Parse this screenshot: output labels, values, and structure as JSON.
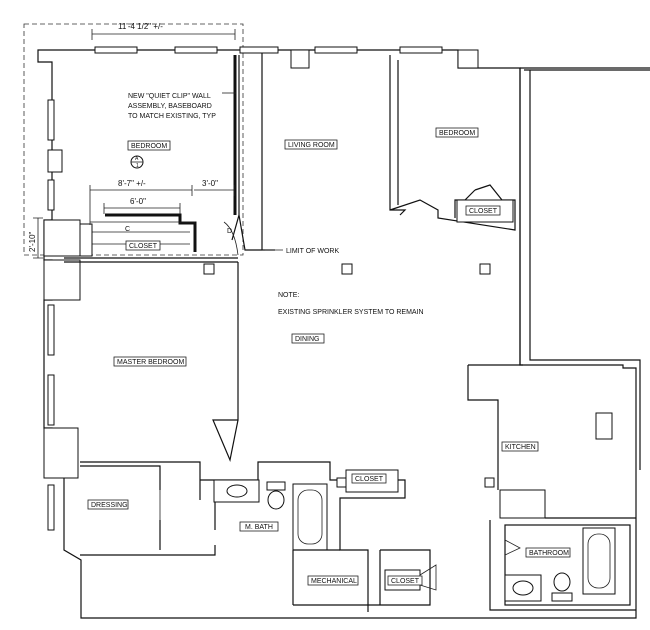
{
  "rooms": {
    "bedroom_left": "BEDROOM",
    "bedroom_right": "BEDROOM",
    "living_room": "LIVING ROOM",
    "closet_left": "CLOSET",
    "closet_right": "CLOSET",
    "closet_bath": "CLOSET",
    "closet_lower": "CLOSET",
    "master_bedroom": "MASTER BEDROOM",
    "dining": "DINING",
    "kitchen": "KITCHEN",
    "dressing": "DRESSING",
    "m_bath": "M. BATH",
    "mechanical": "MECHANICAL",
    "bathroom": "BATHROOM"
  },
  "dimensions": {
    "top_width": "11'-4 1/2\" +/-",
    "bedroom_width": "8'-7\" +/-",
    "closet_width": "6'-0\"",
    "door_offset": "3'-0\"",
    "closet_depth": "2'-10\""
  },
  "annotations": {
    "wall_note_line1": "NEW \"QUIET CLIP\" WALL",
    "wall_note_line2": "ASSEMBLY, BASEBOARD",
    "wall_note_line3": "TO MATCH EXISTING, TYP",
    "limit_of_work": "LIMIT OF WORK",
    "note_title": "NOTE:",
    "note_body": "EXISTING SPRINKLER SYSTEM TO REMAIN",
    "tag_c": "C",
    "tag_d": "D",
    "tag_a1": "A",
    "tag_a2": "1"
  }
}
